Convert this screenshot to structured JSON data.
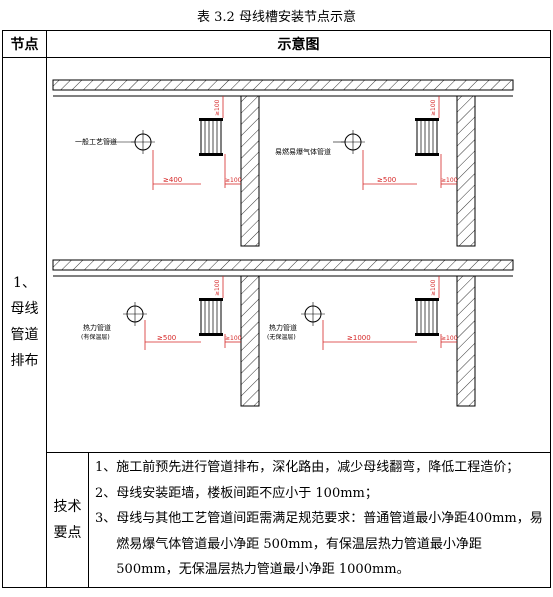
{
  "caption": "表 3.2  母线槽安装节点示意",
  "header": {
    "col1": "节点",
    "col2": "示意图"
  },
  "node": {
    "num": "1、",
    "lines": [
      "母线",
      "管道",
      "排布"
    ]
  },
  "diagram": {
    "top_left": {
      "pipe_label": "一般工艺管道",
      "gap": "≥400",
      "wall": "≥100",
      "ceiling": "≥100"
    },
    "top_right": {
      "pipe_label": "易燃易爆气体管道",
      "gap": "≥500",
      "wall": "≥100",
      "ceiling": "≥100"
    },
    "bottom_left": {
      "pipe_label_1": "热力管道",
      "pipe_label_2": "(有保温层)",
      "gap": "≥500",
      "wall": "≥100",
      "ceiling": "≥100"
    },
    "bottom_right": {
      "pipe_label_1": "热力管道",
      "pipe_label_2": "(无保温层)",
      "gap": "≥1000",
      "wall": "≥100",
      "ceiling": "≥100"
    }
  },
  "tech": {
    "label_1": "技术",
    "label_2": "要点",
    "items": [
      {
        "num": "1、",
        "text": "施工前预先进行管道排布，深化路由，减少母线翻弯，降低工程造价；"
      },
      {
        "num": "2、",
        "text": "母线安装距墙，楼板间距不应小于 100mm；"
      },
      {
        "num": "3、",
        "text": "母线与其他工艺管道间距需满足规范要求：普通管道最小净距400mm，易燃易爆气体管道最小净距 500mm，有保温层热力管道最小净距 500mm，无保温层热力管道最小净距 1000mm。"
      }
    ]
  },
  "colors": {
    "dimension": "#d62828",
    "line": "#000000"
  }
}
